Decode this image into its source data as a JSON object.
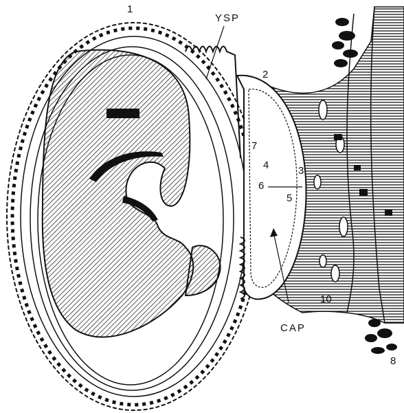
{
  "labels": {
    "n1": "1",
    "n2": "2",
    "n3": "3",
    "n4": "4",
    "n5": "5",
    "n6": "6",
    "n7": "7",
    "n8": "8",
    "n10": "10",
    "ysp": "YSP",
    "cap": "CAP"
  }
}
